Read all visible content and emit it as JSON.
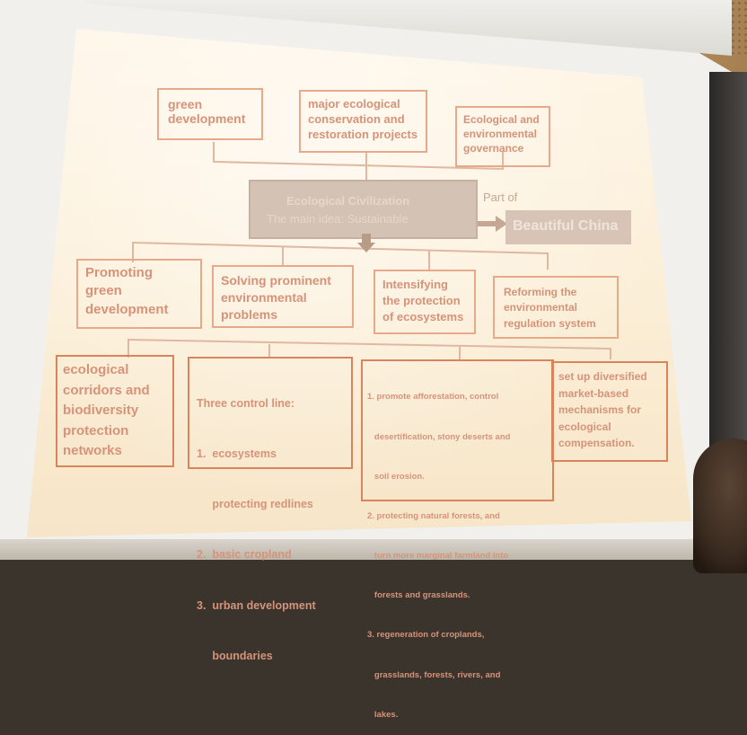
{
  "top_boxes": [
    {
      "lines": [
        "green",
        "development"
      ]
    },
    {
      "lines": [
        "major ecological",
        "conservation and",
        "restoration projects"
      ]
    },
    {
      "lines": [
        "Ecological and",
        "environmental",
        "governance"
      ]
    }
  ],
  "center": {
    "line1": "Ecological Civilization",
    "line2": "The main idea: Sustainable"
  },
  "part_of": "Part of",
  "beautiful_china": "Beautiful China",
  "middle_boxes": [
    {
      "lines": [
        "Promoting",
        "green",
        "development"
      ]
    },
    {
      "lines": [
        "Solving prominent",
        "environmental",
        "problems"
      ]
    },
    {
      "lines": [
        "Intensifying",
        "the protection",
        "of ecosystems"
      ]
    },
    {
      "lines": [
        "Reforming the",
        "environmental",
        "regulation system"
      ]
    }
  ],
  "bottom_boxes": [
    {
      "lines": [
        "ecological",
        "corridors and",
        "biodiversity",
        "protection",
        "networks"
      ]
    },
    {
      "title": "Three control line:",
      "items": [
        "1.  ecosystems",
        "     protecting redlines",
        "2.  basic cropland",
        "3.  urban development",
        "     boundaries"
      ]
    },
    {
      "items": [
        "1. promote afforestation, control",
        "   desertification, stony deserts and",
        "   soil erosion.",
        "2. protecting natural forests, and",
        "   turn more marginal farmland into",
        "   forests and grasslands.",
        "3. regeneration of croplands,",
        "   grasslands, forests, rivers, and",
        "   lakes."
      ]
    },
    {
      "lines": [
        "set up diversified",
        "market-based",
        "mechanisms for",
        "ecological",
        "compensation."
      ]
    }
  ],
  "colors": {
    "box_text": "#d6937a",
    "box_border": "#e8a98a",
    "center_fill": "#d4c2b4"
  }
}
